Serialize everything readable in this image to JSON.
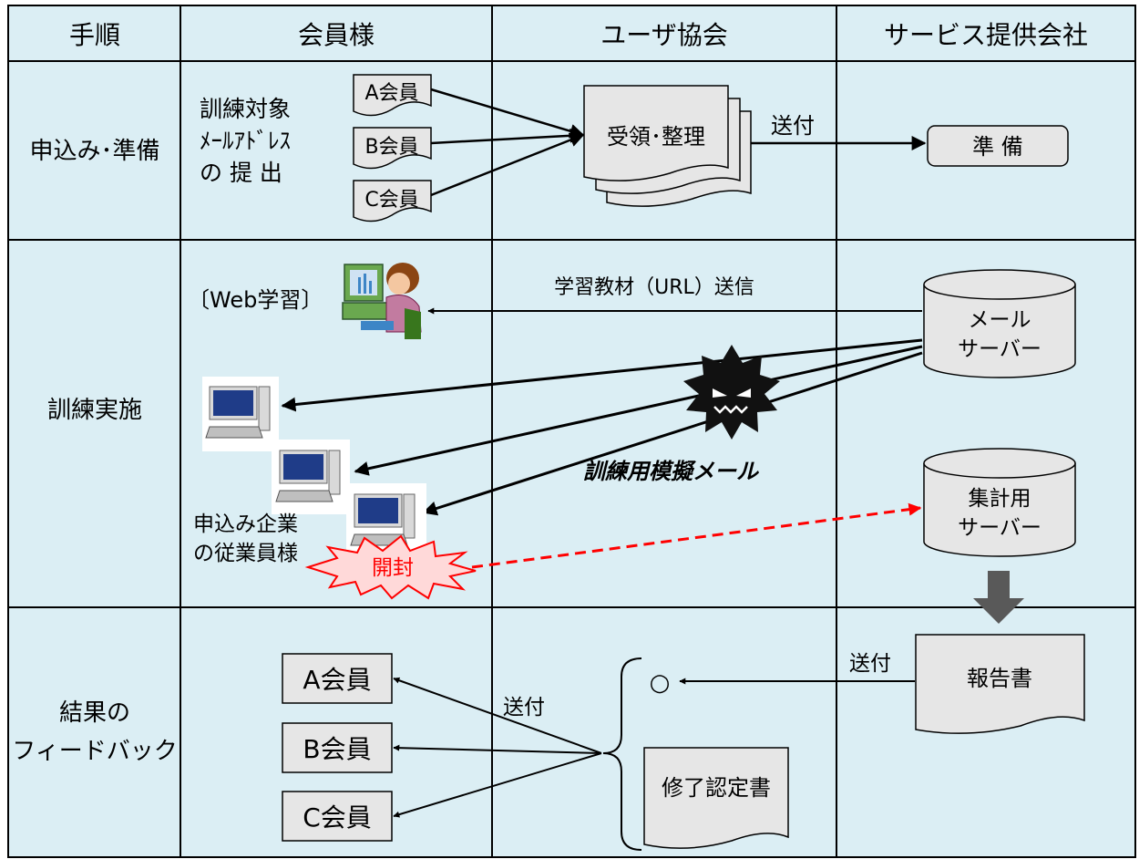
{
  "header": {
    "step": "手順",
    "members": "会員様",
    "association": "ユーザ協会",
    "provider": "サービス提供会社"
  },
  "rows": {
    "apply": "申込み･準備",
    "training": "訓練実施",
    "feedback_l1": "結果の",
    "feedback_l2": "フィードバック"
  },
  "apply": {
    "submit_l1": "訓練対象",
    "submit_l2": "ﾒｰﾙｱﾄﾞﾚｽ",
    "submit_l3": "の 提 出",
    "member_a": "A会員",
    "member_b": "B会員",
    "member_c": "C会員",
    "receive": "受領･整理",
    "send": "送付",
    "prepare": "準 備"
  },
  "training": {
    "web_learning": "〔Web学習〕",
    "material_send": "学習教材（URL）送信",
    "mail_server_l1": "メール",
    "mail_server_l2": "サーバー",
    "mock_mail": "訓練用模擬メール",
    "tally_server_l1": "集計用",
    "tally_server_l2": "サーバー",
    "employees_l1": "申込み企業",
    "employees_l2": "の従業員様",
    "opened": "開封"
  },
  "feedback": {
    "member_a": "A会員",
    "member_b": "B会員",
    "member_c": "C会員",
    "send_left": "送付",
    "send_right": "送付",
    "circle": "○",
    "certificate": "修了認定書",
    "report": "報告書"
  },
  "colors": {
    "cell_bg": "#dbeef4",
    "shape_bg": "#e6e6e6",
    "line": "#000000",
    "red_arrow": "#ff0000",
    "opened_text": "#ff0000",
    "gray_arrow": "#595959"
  }
}
